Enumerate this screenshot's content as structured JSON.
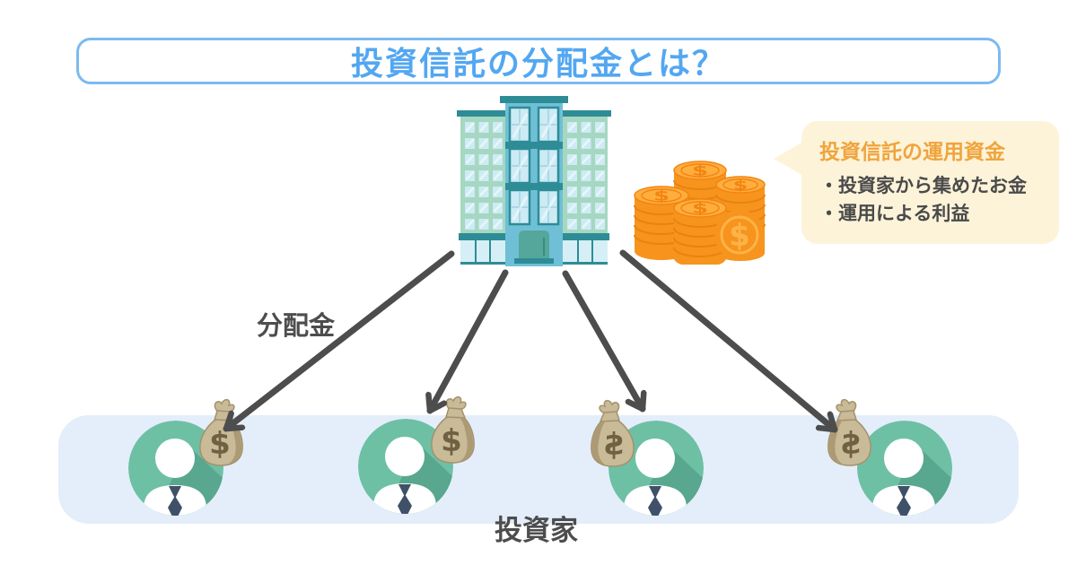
{
  "header": {
    "title": "投資信託の分配金とは？"
  },
  "callout": {
    "title": "投資信託の運用資金",
    "items": [
      "・投資家から集めたお金",
      "・運用による利益"
    ]
  },
  "labels": {
    "distribution_arrow": "分配金",
    "investors_group": "投資家"
  },
  "symbols": {
    "dollar": "$"
  },
  "colors": {
    "title_text": "#53A7F1",
    "title_border": "#7CBAF1",
    "callout_bg": "#FCF3D9",
    "callout_title_text": "#F0A43C",
    "body_text": "#4A4A4A",
    "arrow": "#4D4D4D",
    "band_bg": "#E3EEFA",
    "investor_circle": "#6EC0A5",
    "investor_shadow": "#58A78E",
    "tie_navy": "#3E5169",
    "coin_orange": "#F7941E",
    "coin_light": "#FFAE3E",
    "bag_tan": "#C9BA98",
    "building_tower": "#6FC0D6",
    "building_wing": "#A6D7C1",
    "building_dark": "#2E8C96"
  }
}
